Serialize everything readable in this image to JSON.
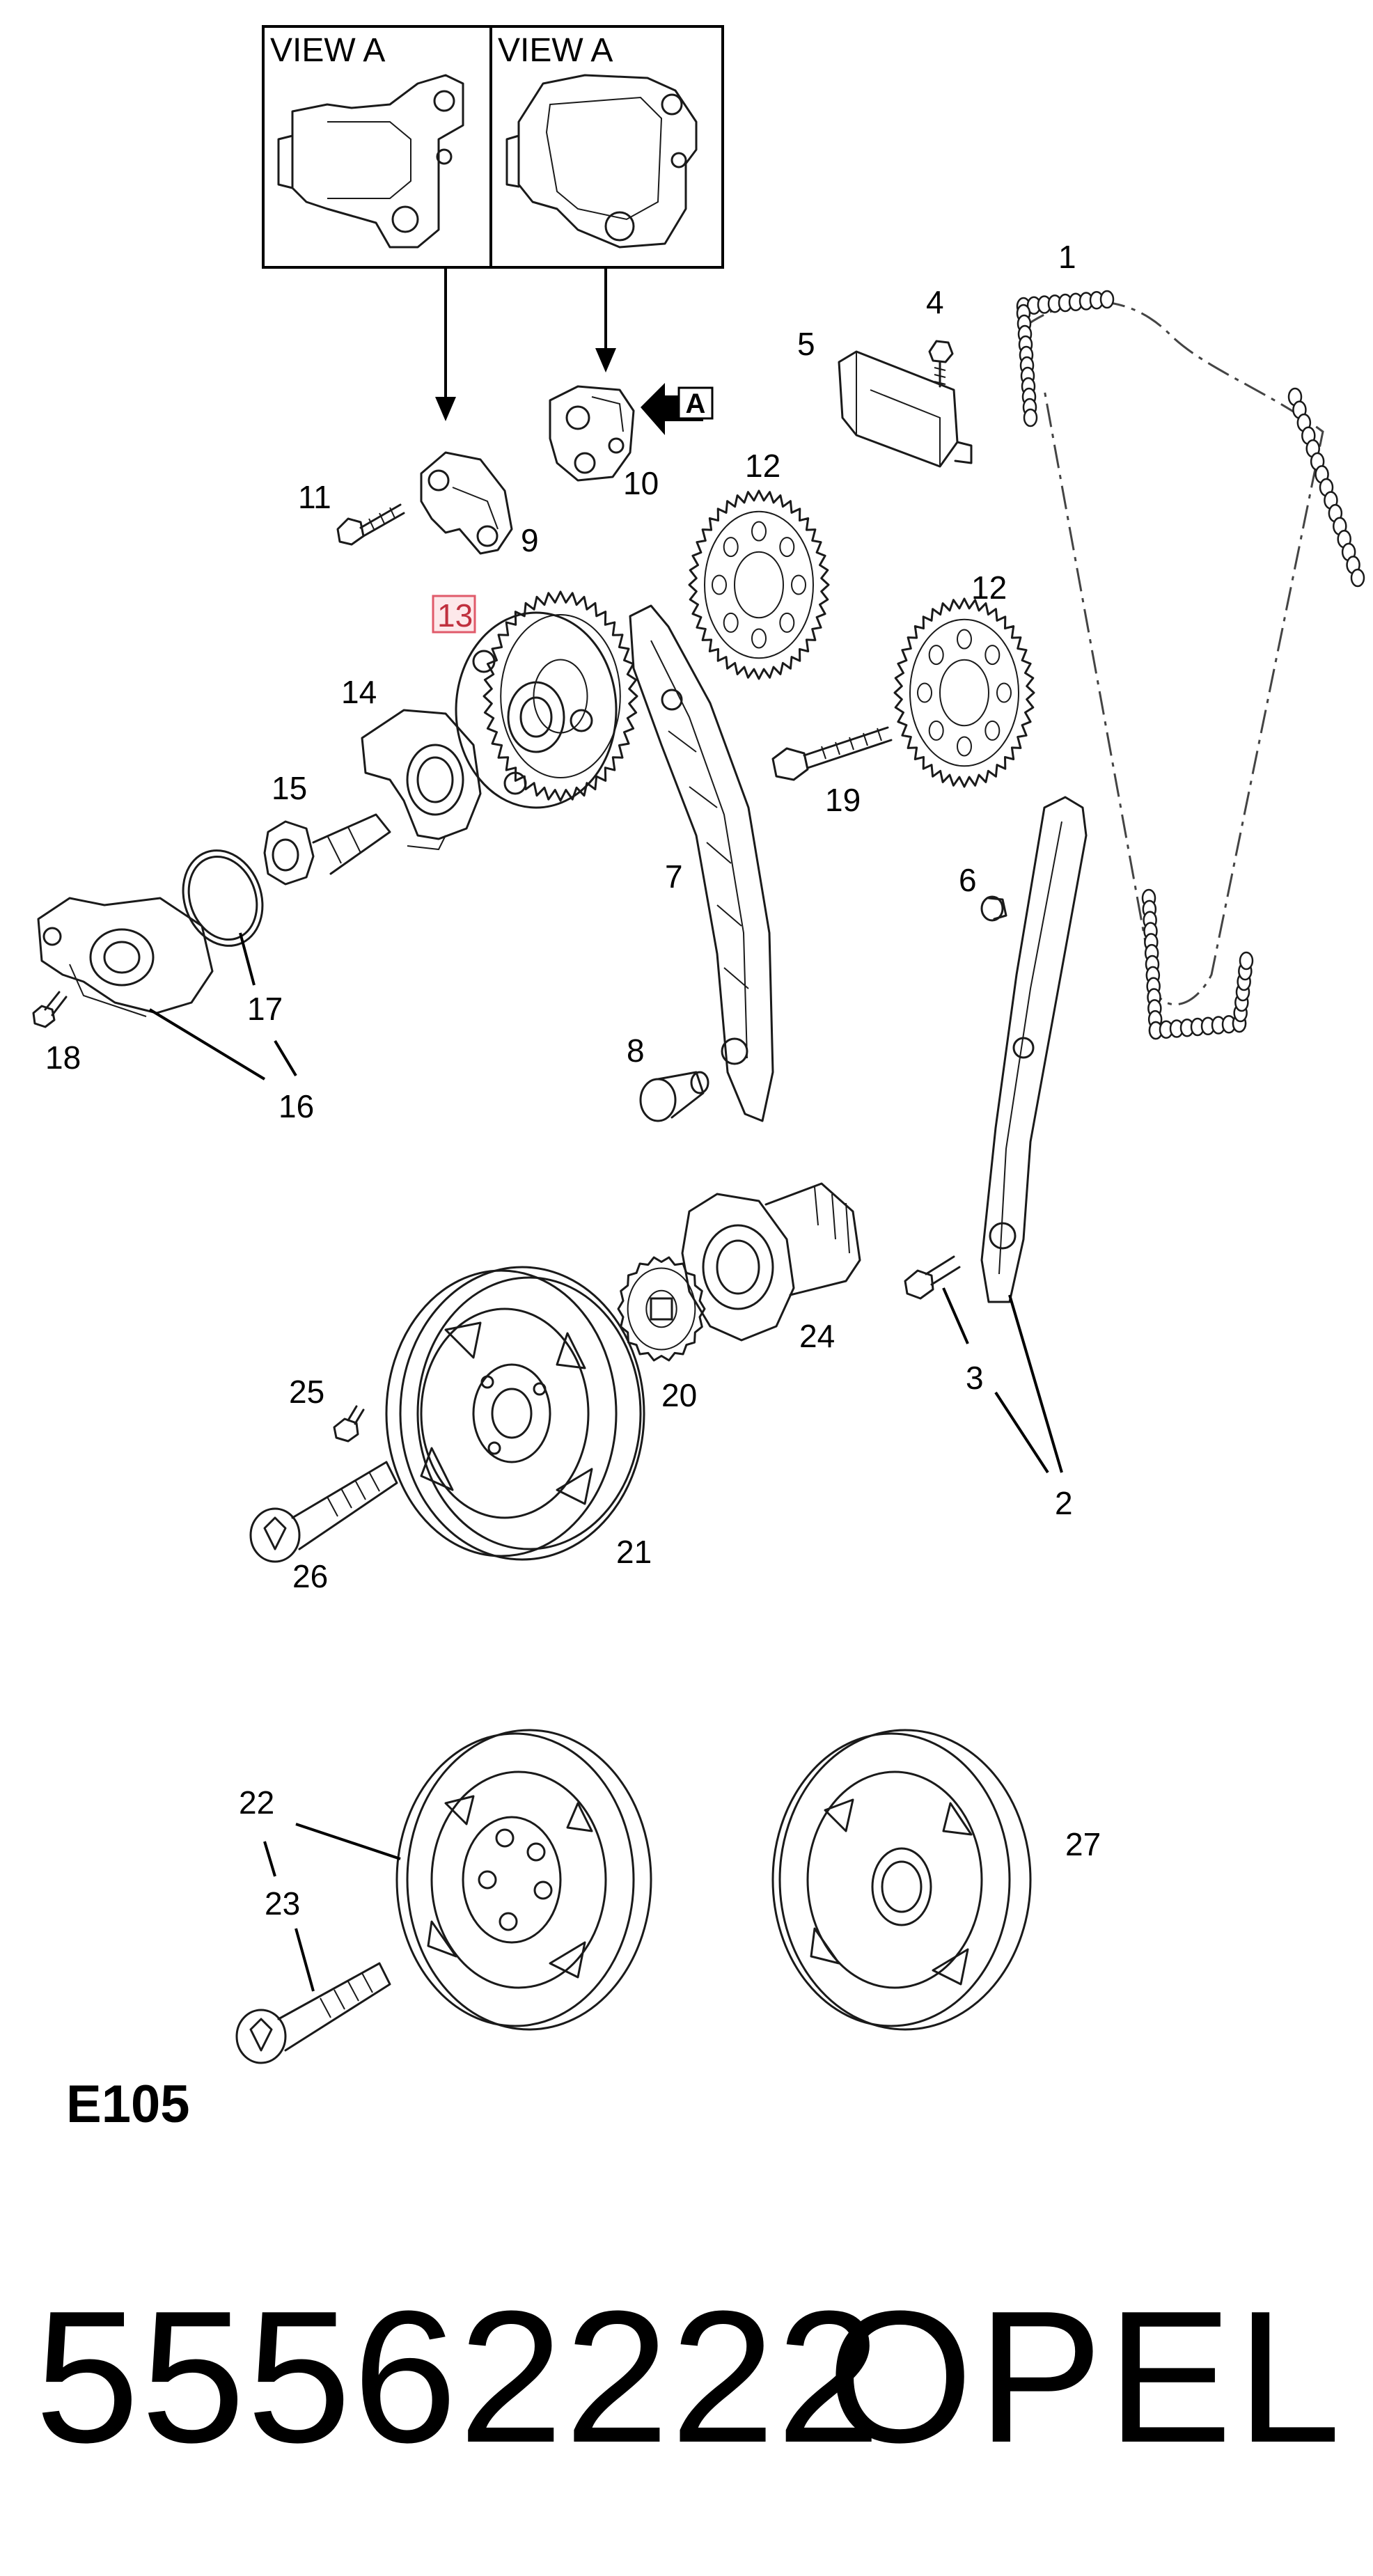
{
  "view_panels": [
    {
      "label": "VIEW A"
    },
    {
      "label": "VIEW A"
    }
  ],
  "view_arrow_label": "A",
  "callouts": [
    {
      "id": "c1",
      "text": "1"
    },
    {
      "id": "c2",
      "text": "2"
    },
    {
      "id": "c3",
      "text": "3"
    },
    {
      "id": "c4",
      "text": "4"
    },
    {
      "id": "c5",
      "text": "5"
    },
    {
      "id": "c6",
      "text": "6"
    },
    {
      "id": "c7",
      "text": "7"
    },
    {
      "id": "c8",
      "text": "8"
    },
    {
      "id": "c9",
      "text": "9"
    },
    {
      "id": "c10",
      "text": "10"
    },
    {
      "id": "c11",
      "text": "11"
    },
    {
      "id": "c12a",
      "text": "12"
    },
    {
      "id": "c12b",
      "text": "12"
    },
    {
      "id": "c13",
      "text": "13",
      "highlighted": true
    },
    {
      "id": "c14",
      "text": "14"
    },
    {
      "id": "c15",
      "text": "15"
    },
    {
      "id": "c16",
      "text": "16"
    },
    {
      "id": "c17",
      "text": "17"
    },
    {
      "id": "c18",
      "text": "18"
    },
    {
      "id": "c19",
      "text": "19"
    },
    {
      "id": "c20",
      "text": "20"
    },
    {
      "id": "c21",
      "text": "21"
    },
    {
      "id": "c22",
      "text": "22"
    },
    {
      "id": "c23",
      "text": "23"
    },
    {
      "id": "c24",
      "text": "24"
    },
    {
      "id": "c25",
      "text": "25"
    },
    {
      "id": "c26",
      "text": "26"
    },
    {
      "id": "c27",
      "text": "27"
    }
  ],
  "highlight_color": "#e05a6a",
  "diagram_code": "E105",
  "part_number": "55562222",
  "brand": "OPEL"
}
